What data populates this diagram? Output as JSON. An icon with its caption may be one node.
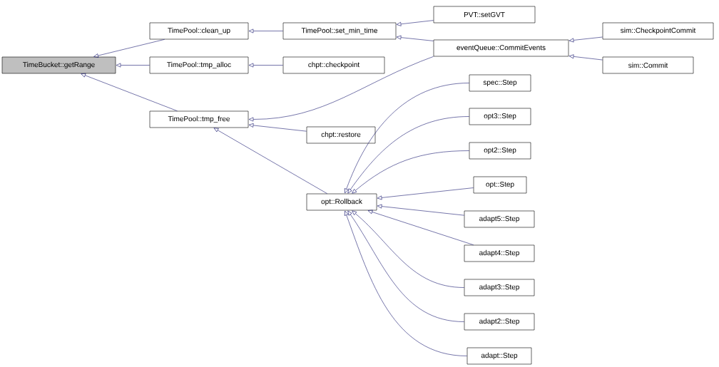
{
  "diagram": {
    "nodes": [
      {
        "text": [
          "TimeBucket::getRange"
        ]
      },
      {
        "text": [
          "TimePool::clean_up"
        ]
      },
      {
        "text": [
          "TimePool::tmp_alloc"
        ]
      },
      {
        "text": [
          "TimePool::tmp_free"
        ]
      },
      {
        "text": [
          "TimePool::set_min_time"
        ]
      },
      {
        "text": [
          "chpt::checkpoint"
        ]
      },
      {
        "text": [
          "chpt::restore"
        ]
      },
      {
        "text": [
          "opt::Rollback"
        ]
      },
      {
        "text": [
          "PVT::setGVT"
        ]
      },
      {
        "text": [
          "eventQueue::CommitEvents"
        ]
      },
      {
        "text": [
          "sim::CheckpointCommit"
        ]
      },
      {
        "text": [
          "sim::Commit"
        ]
      },
      {
        "text": [
          "spec::Step"
        ]
      },
      {
        "text": [
          "opt3::Step"
        ]
      },
      {
        "text": [
          "opt2::Step"
        ]
      },
      {
        "text": [
          "opt::Step"
        ]
      },
      {
        "text": [
          "adapt5::Step"
        ]
      },
      {
        "text": [
          "adapt4::Step"
        ]
      },
      {
        "text": [
          "adapt3::Step"
        ]
      },
      {
        "text": [
          "adapt2::Step"
        ]
      },
      {
        "text": [
          "adapt::Step"
        ]
      }
    ],
    "edges": [
      {
        "from": 1,
        "to": 0,
        "arrow": "to"
      },
      {
        "from": 2,
        "to": 0,
        "arrow": "to"
      },
      {
        "from": 3,
        "to": 0,
        "arrow": "to"
      },
      {
        "from": 4,
        "to": 1,
        "arrow": "to"
      },
      {
        "from": 5,
        "to": 2,
        "arrow": "to"
      },
      {
        "from": 9,
        "to": 3,
        "arrow": "to"
      },
      {
        "from": 6,
        "to": 3,
        "arrow": "to"
      },
      {
        "from": 7,
        "to": 3,
        "arrow": "to"
      },
      {
        "from": 8,
        "to": 4,
        "arrow": "to"
      },
      {
        "from": 9,
        "to": 4,
        "arrow": "to"
      },
      {
        "from": 10,
        "to": 9,
        "arrow": "to"
      },
      {
        "from": 11,
        "to": 9,
        "arrow": "to"
      },
      {
        "from": 12,
        "to": 7,
        "arrow": "to"
      },
      {
        "from": 13,
        "to": 7,
        "arrow": "to"
      },
      {
        "from": 14,
        "to": 7,
        "arrow": "to"
      },
      {
        "from": 15,
        "to": 7,
        "arrow": "to"
      },
      {
        "from": 16,
        "to": 7,
        "arrow": "to"
      },
      {
        "from": 17,
        "to": 7,
        "arrow": "to"
      },
      {
        "from": 18,
        "to": 7,
        "arrow": "to"
      },
      {
        "from": 19,
        "to": 7,
        "arrow": "to"
      },
      {
        "from": 20,
        "to": 7,
        "arrow": "to"
      }
    ]
  }
}
